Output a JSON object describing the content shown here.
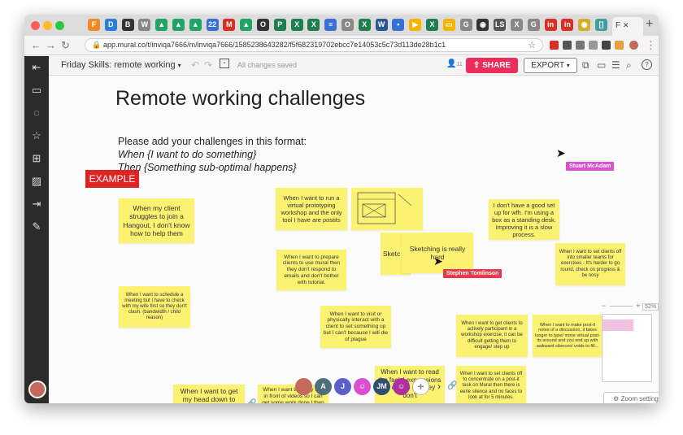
{
  "browser": {
    "url": "app.mural.co/t/inviqa7666/m/inviqa7666/1585238643282/f5f682319702ebcc7e14053c5c73d113de28b1c1",
    "tab_icons": [
      {
        "color": "#f08a24",
        "glyph": "F"
      },
      {
        "color": "#2a7fd8",
        "glyph": "D"
      },
      {
        "color": "#333333",
        "glyph": "B"
      },
      {
        "color": "#888888",
        "glyph": "W"
      },
      {
        "color": "#21a464",
        "glyph": "▲"
      },
      {
        "color": "#21a464",
        "glyph": "▲"
      },
      {
        "color": "#21a464",
        "glyph": "▲"
      },
      {
        "color": "#3b6fd8",
        "glyph": "22"
      },
      {
        "color": "#d93025",
        "glyph": "M"
      },
      {
        "color": "#21a464",
        "glyph": "▲"
      },
      {
        "color": "#333333",
        "glyph": "O"
      },
      {
        "color": "#1e7e50",
        "glyph": "P"
      },
      {
        "color": "#1e7e50",
        "glyph": "X"
      },
      {
        "color": "#1e7e50",
        "glyph": "X"
      },
      {
        "color": "#3b6fd8",
        "glyph": "≡"
      },
      {
        "color": "#888888",
        "glyph": "O"
      },
      {
        "color": "#1e7e50",
        "glyph": "X"
      },
      {
        "color": "#2b579a",
        "glyph": "W"
      },
      {
        "color": "#3b6fd8",
        "glyph": "▪"
      },
      {
        "color": "#f4b400",
        "glyph": "▶"
      },
      {
        "color": "#1e7e50",
        "glyph": "X"
      },
      {
        "color": "#f4b400",
        "glyph": "▭"
      },
      {
        "color": "#888888",
        "glyph": "G"
      },
      {
        "color": "#333333",
        "glyph": "◉"
      },
      {
        "color": "#555555",
        "glyph": "LS"
      },
      {
        "color": "#888888",
        "glyph": "X"
      },
      {
        "color": "#888888",
        "glyph": "G"
      },
      {
        "color": "#d93025",
        "glyph": "in"
      },
      {
        "color": "#d93025",
        "glyph": "in"
      },
      {
        "color": "#d4b02a",
        "glyph": "◉"
      },
      {
        "color": "#3aa0a0",
        "glyph": "[]"
      }
    ],
    "active_tab_label": "F",
    "new_tab_label": "+"
  },
  "header": {
    "board_title": "Friday Skills: remote working",
    "save_status": "All changes saved",
    "member_count": "11",
    "share_label": "SHARE",
    "export_label": "EXPORT"
  },
  "canvas": {
    "heading": "Remote working challenges",
    "instructions": [
      "Please add your challenges in this format:",
      "When {I want to do something}",
      "Then {Something sub-optimal happens}"
    ],
    "example_label": "EXAMPLE",
    "notes": [
      "When my client struggles to join a Hangout, I don't know how to help them",
      "When I want to run a virtual prototyping workshop and the only tool I have are postits",
      "I don't have a good set up for wfh. I'm using a box as a standing desk. Improving it is a slow process.",
      "Sketching is really hard",
      "When I want to set clients off into smaller teams for exercises - It's harder to go round, check on progress & be nosy",
      "When I want to prepare clients to use mural then they don't respond to emails and don't bother with tutorial.",
      "When I want to schedule a meeting but I have to check with my wife first so they don't clash. (bandwidth / child reason)",
      "When I want to visit or physically interact with a client to set something up but I can't because I will die of plague",
      "When I want to get clients to actively participant in a workshop exercise, it can be difficult getting them to engage/ step up",
      "When I want to make post-it notes of a discussion, it takes longer to type/ move virtual post-its around and you end up with awkward silences/ voids to fill...",
      "When I want to read the facial expressions of clients but they don't",
      "When I want to set clients off to concentrate on a post-it task on Mural then there is eerie silence and no faces to look at for 5 minutes.",
      "When I want to get my head down to solve a problem then a small boy asks for a story",
      "When I want to sit my son in front of videos so I can get some work done I then ruin his mental and"
    ],
    "sketch_partial": "Sketc",
    "cursors": {
      "stuart": "Stuart McAdam",
      "stephen": "Stephen Tomlinson"
    },
    "zoom_level": "52%",
    "zoom_settings_label": "Zoom settings",
    "collaborator_initials": [
      "A",
      "J",
      "JM"
    ],
    "colors": {
      "stuart_label": "#d84fd1",
      "stephen_label": "#e6394d",
      "note": "#fbf271",
      "example": "#e02424",
      "share": "#ec2d5b"
    }
  }
}
